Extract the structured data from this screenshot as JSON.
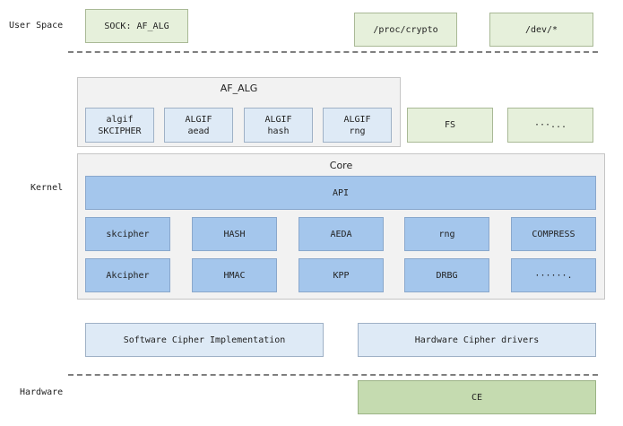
{
  "layers": {
    "user_space": "User Space",
    "kernel": "Kernel",
    "hardware": "Hardware"
  },
  "user_space": {
    "sock": "SOCK: AF_ALG",
    "proc_crypto": "/proc/crypto",
    "dev": "/dev/*"
  },
  "af_alg": {
    "title": "AF_ALG",
    "items": [
      [
        "algif",
        "SKCIPHER"
      ],
      [
        "ALGIF",
        "aead"
      ],
      [
        "ALGIF",
        "hash"
      ],
      [
        "ALGIF",
        "rng"
      ]
    ]
  },
  "fs": "FS",
  "ellipsis_top": "···...",
  "core": {
    "title": "Core",
    "api": "API",
    "row1": [
      "skcipher",
      "HASH",
      "AEDA",
      "rng",
      "COMPRESS"
    ],
    "row2": [
      "Akcipher",
      "HMAC",
      "KPP",
      "DRBG",
      "······."
    ]
  },
  "software_cipher": "Software Cipher Implementation",
  "hardware_cipher": "Hardware Cipher drivers",
  "ce": "CE",
  "colors": {
    "green": "#e6f0db",
    "light_blue": "#deeaf6",
    "blue": "#a4c6ec",
    "dark_green": "#c5dbb0",
    "panel": "#f2f2f2"
  }
}
